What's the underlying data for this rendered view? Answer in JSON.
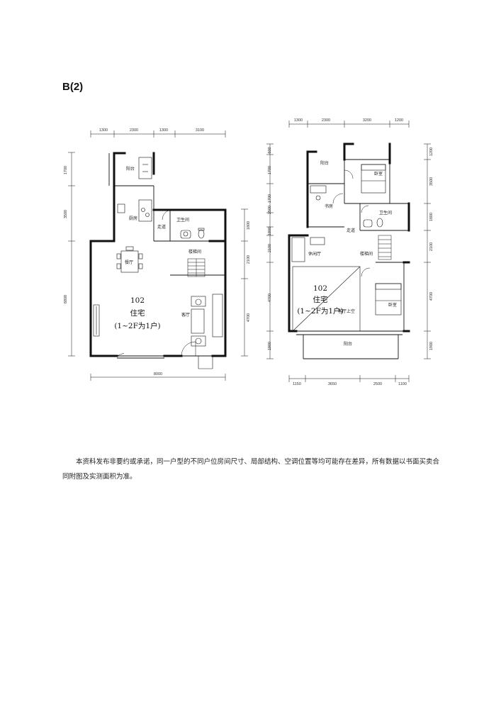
{
  "page": {
    "label": "B(2)"
  },
  "plan_left": {
    "dims_top": [
      "1300",
      "2300",
      "1300",
      "3100"
    ],
    "dims_left": [
      "1700",
      "3500",
      "6800"
    ],
    "dims_right": [
      "1800",
      "2100",
      "4700"
    ],
    "dim_bottom": "8000",
    "rooms": {
      "balcony": "阳台",
      "kitchen": "厨房",
      "corridor": "走道",
      "bathroom": "卫生间",
      "stairwell": "楼梯间",
      "dining": "餐厅",
      "living": "客厅"
    },
    "unit": {
      "number": "102",
      "type": "住宅",
      "note": "(1~2F为1户)"
    }
  },
  "plan_right": {
    "dims_top": [
      "1300",
      "2300",
      "3200",
      "1200"
    ],
    "dims_left": [
      "600",
      "1700",
      "1700",
      "2500",
      "1800",
      "2100",
      "4700",
      "1900"
    ],
    "dims_right": [
      "1200",
      "3500",
      "1800",
      "2100",
      "4700",
      "1900"
    ],
    "dims_bottom": [
      "1150",
      "3650",
      "2500",
      "1100"
    ],
    "rooms": {
      "balcony_top": "阳台",
      "bedroom_top": "卧室",
      "study": "书房",
      "bathroom": "卫生间",
      "corridor": "走道",
      "lounge": "休闲厅",
      "stairwell": "楼梯间",
      "bedroom": "卧室",
      "living_void": "客厅上空",
      "balcony_bottom": "阳台"
    },
    "unit": {
      "number": "102",
      "type": "住宅",
      "note": "(1~2F为1户)"
    }
  },
  "disclaimer": "本资料发布非要约或承诺，同一户型的不同户位房间尺寸、局部结构、空调位置等均可能存在差异，所有数据以书面买卖合同附图及实测面积为准。"
}
